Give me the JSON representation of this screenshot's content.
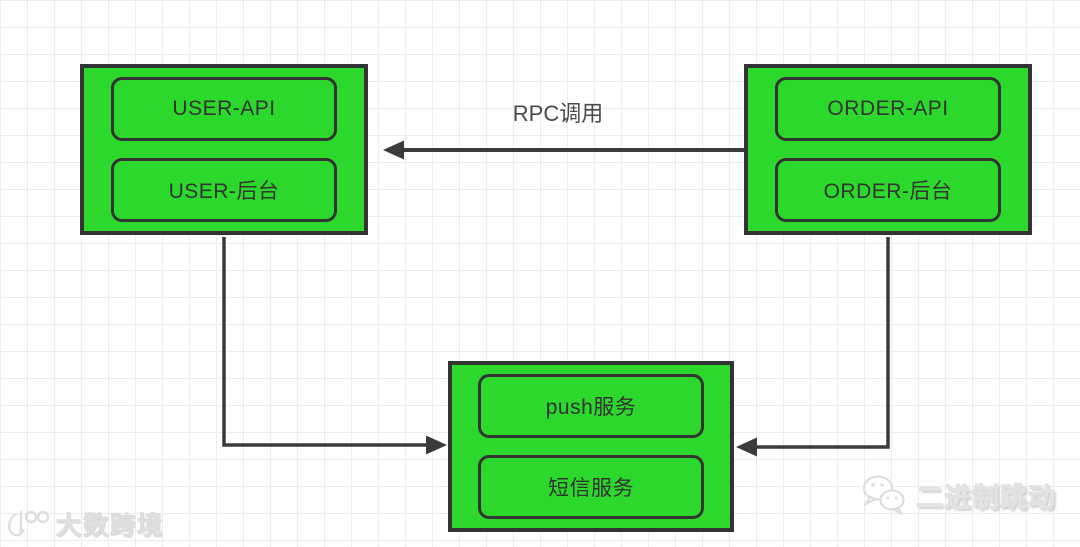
{
  "colors": {
    "node_fill": "#2CD82C",
    "node_border": "#333333",
    "arrow": "#3B3B3B",
    "canvas_bg": "#FFFFFF",
    "grid_line": "#ECECEC",
    "edge_label": "#4A4A4A",
    "watermark": "#E8E8E8"
  },
  "nodes": {
    "user_group": {
      "children": [
        {
          "label": "USER-API"
        },
        {
          "label": "USER-后台"
        }
      ]
    },
    "order_group": {
      "children": [
        {
          "label": "ORDER-API"
        },
        {
          "label": "ORDER-后台"
        }
      ]
    },
    "service_group": {
      "children": [
        {
          "label": "push服务"
        },
        {
          "label": "短信服务"
        }
      ]
    }
  },
  "edges": {
    "order_to_user": {
      "label": "RPC调用"
    }
  },
  "watermarks": {
    "bottom_left": {
      "icon": "logo-100-icon",
      "text": "大数跨境"
    },
    "bottom_right": {
      "icon": "wechat-icon",
      "text": "二进制跳动"
    }
  }
}
